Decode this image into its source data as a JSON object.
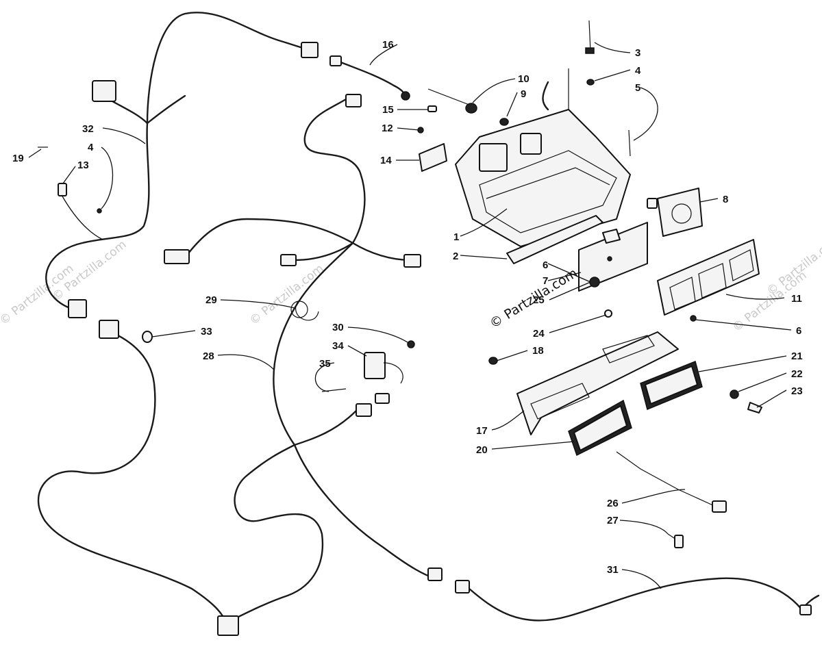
{
  "callouts": [
    {
      "number": "1"
    },
    {
      "number": "2"
    },
    {
      "number": "3"
    },
    {
      "number": "4"
    },
    {
      "number": "4"
    },
    {
      "number": "5"
    },
    {
      "number": "6"
    },
    {
      "number": "6"
    },
    {
      "number": "7"
    },
    {
      "number": "8"
    },
    {
      "number": "9"
    },
    {
      "number": "10"
    },
    {
      "number": "11"
    },
    {
      "number": "12"
    },
    {
      "number": "13"
    },
    {
      "number": "14"
    },
    {
      "number": "15"
    },
    {
      "number": "16"
    },
    {
      "number": "17"
    },
    {
      "number": "18"
    },
    {
      "number": "19"
    },
    {
      "number": "20"
    },
    {
      "number": "21"
    },
    {
      "number": "22"
    },
    {
      "number": "23"
    },
    {
      "number": "24"
    },
    {
      "number": "25"
    },
    {
      "number": "26"
    },
    {
      "number": "27"
    },
    {
      "number": "28"
    },
    {
      "number": "29"
    },
    {
      "number": "30"
    },
    {
      "number": "31"
    },
    {
      "number": "32"
    },
    {
      "number": "33"
    },
    {
      "number": "34"
    },
    {
      "number": "35"
    }
  ],
  "copyright": "© Partzilla.com",
  "watermark": "© Partzilla.com",
  "colors": {
    "ink": "#111111",
    "paper": "#ffffff",
    "watermark": "#c9c9c9"
  }
}
